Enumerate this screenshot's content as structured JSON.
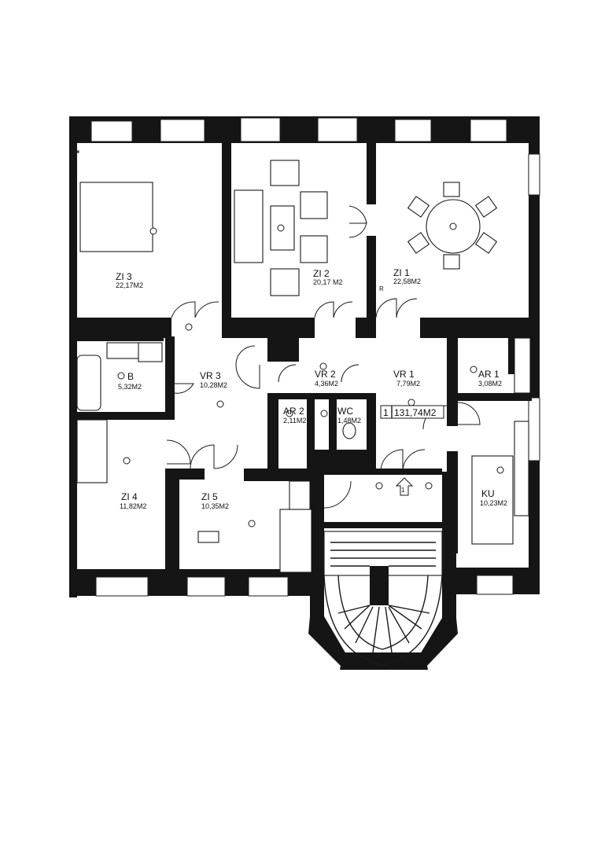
{
  "rooms": [
    {
      "id": "zi3",
      "name": "ZI 3",
      "area": "22,17M2"
    },
    {
      "id": "zi2",
      "name": "ZI 2",
      "area": "20,17 M2"
    },
    {
      "id": "zi1",
      "name": "ZI 1",
      "area": "22,58M2"
    },
    {
      "id": "b",
      "name": "B",
      "area": "5,32M2"
    },
    {
      "id": "vr3",
      "name": "VR 3",
      "area": "10,28M2"
    },
    {
      "id": "vr2",
      "name": "VR 2",
      "area": "4,36M2"
    },
    {
      "id": "vr1",
      "name": "VR 1",
      "area": "7,79M2"
    },
    {
      "id": "ar1",
      "name": "AR 1",
      "area": "3,08M2"
    },
    {
      "id": "ar2",
      "name": "AR 2",
      "area": "2,11M2"
    },
    {
      "id": "wc",
      "name": "WC",
      "area": "1,48M2"
    },
    {
      "id": "zi4",
      "name": "ZI 4",
      "area": "11,82M2"
    },
    {
      "id": "zi5",
      "name": "ZI 5",
      "area": "10,35M2"
    },
    {
      "id": "ku",
      "name": "KU",
      "area": "10,23M2"
    }
  ],
  "total": {
    "index": "1",
    "area": "131,74M2"
  },
  "entrance_marker": "1",
  "fixture_mark": "R",
  "colors": {
    "wall": "#151515",
    "background": "#ffffff",
    "line": "#1a1a1a"
  }
}
